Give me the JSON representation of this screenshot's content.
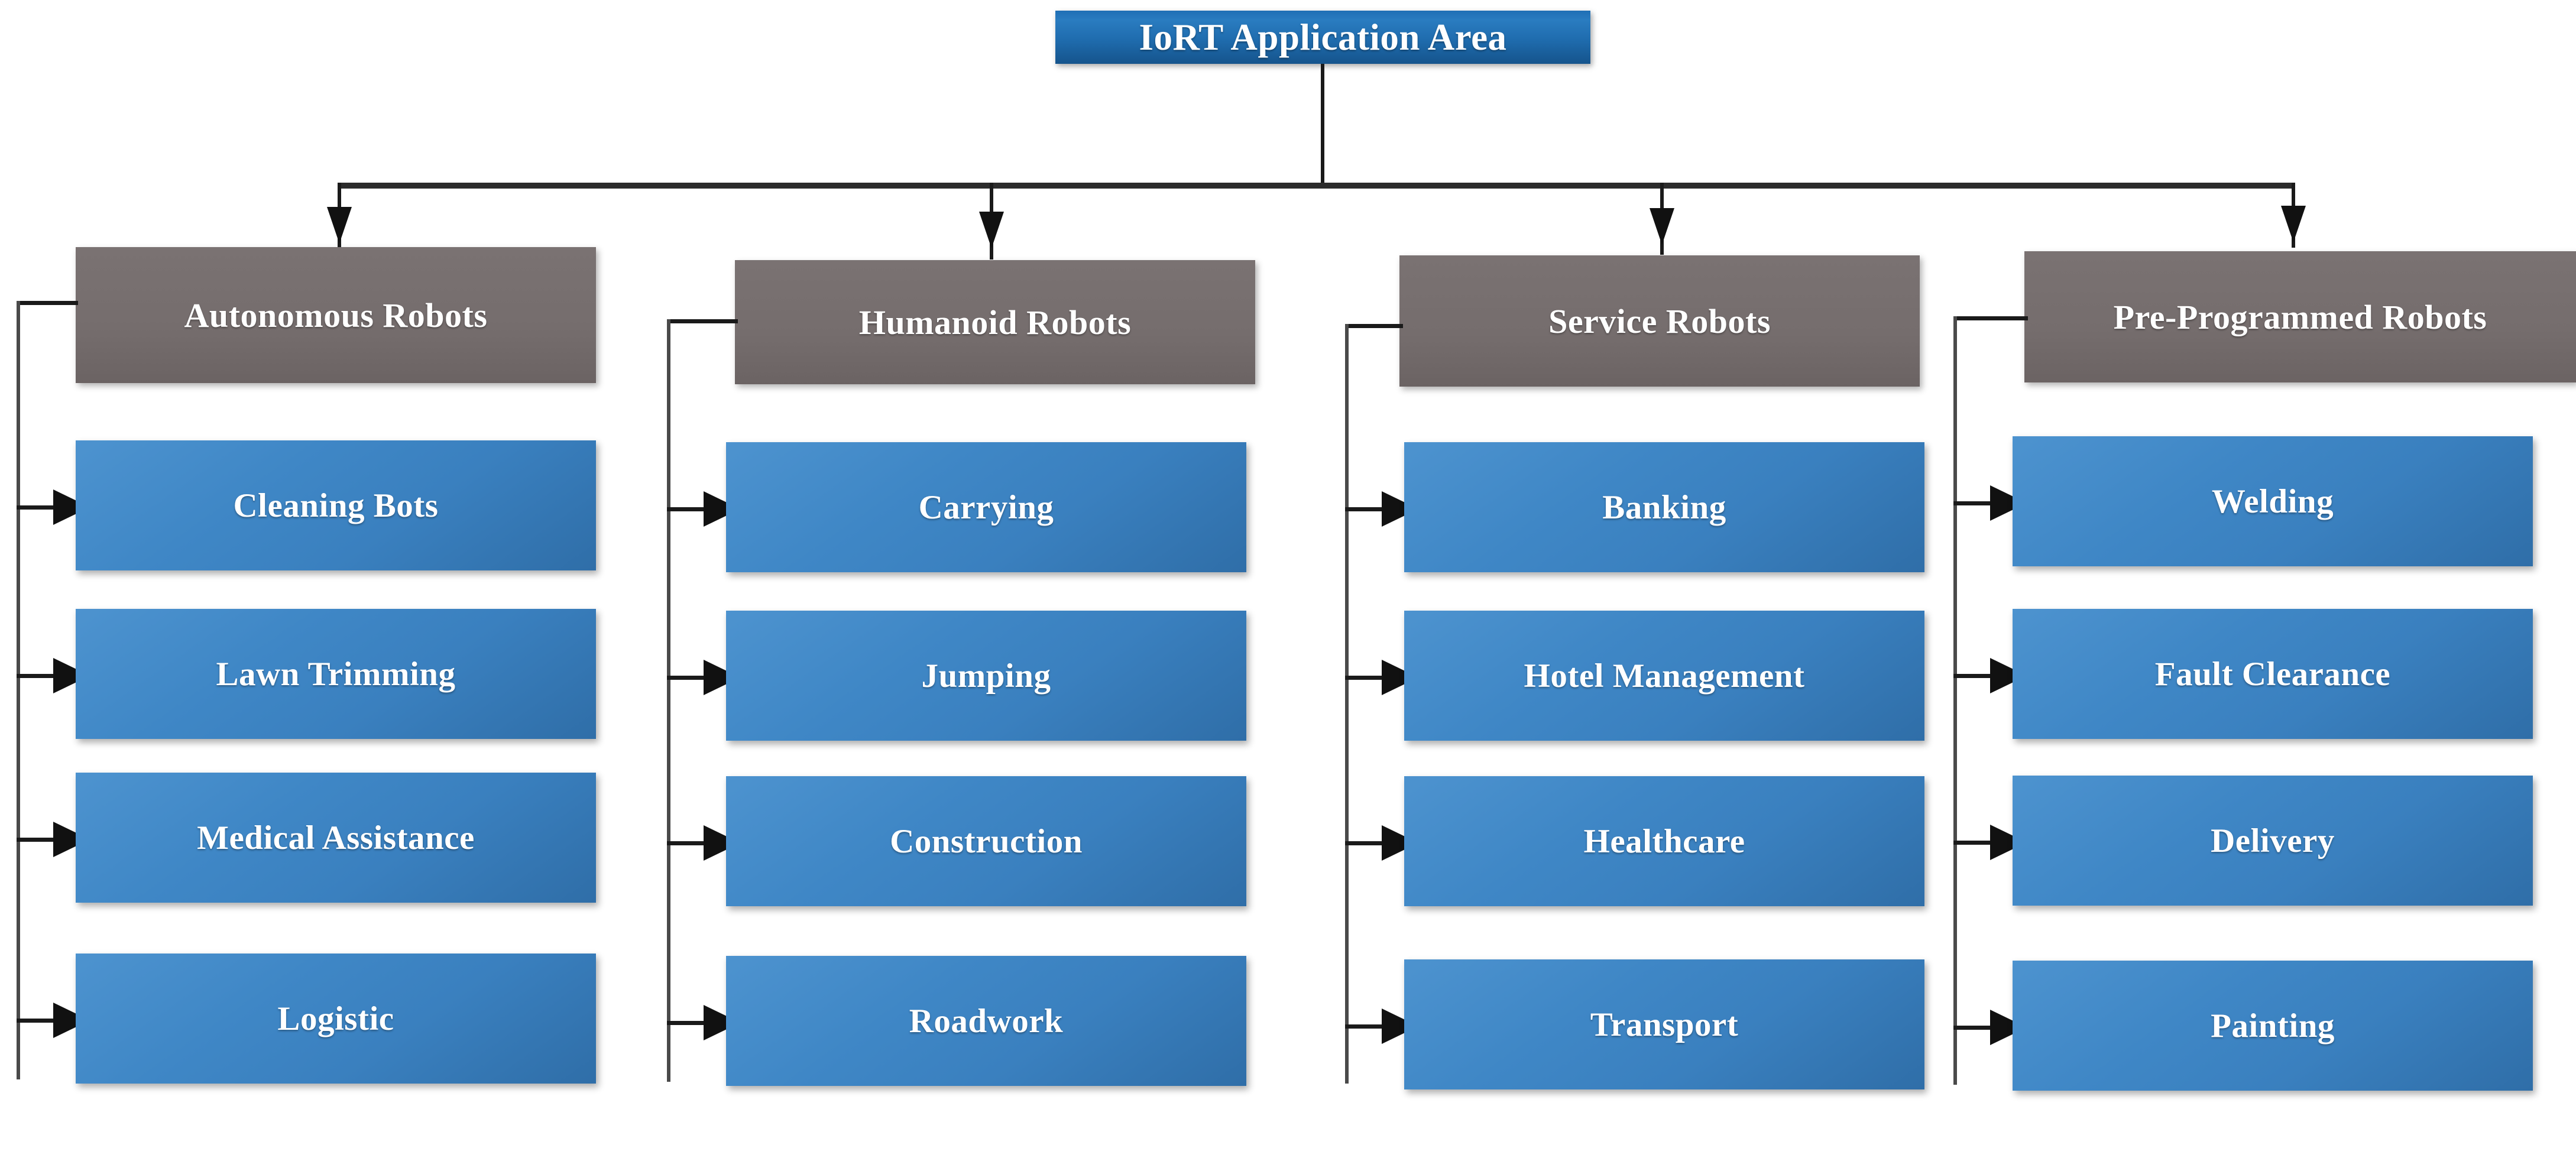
{
  "diagram": {
    "type": "hierarchy-tree",
    "root": {
      "label": "IoRT Application Area"
    },
    "branches": [
      {
        "category": "Autonomous Robots",
        "items": [
          "Cleaning Bots",
          "Lawn Trimming",
          "Medical Assistance",
          "Logistic"
        ]
      },
      {
        "category": "Humanoid Robots",
        "items": [
          "Carrying",
          "Jumping",
          "Construction",
          "Roadwork"
        ]
      },
      {
        "category": "Service Robots",
        "items": [
          "Banking",
          "Hotel Management",
          "Healthcare",
          "Transport"
        ]
      },
      {
        "category": "Pre-Programmed Robots",
        "items": [
          "Welding",
          "Fault Clearance",
          "Delivery",
          "Painting"
        ]
      }
    ],
    "colors": {
      "root_box": "#1f6cae",
      "category_box": "#756d6d",
      "leaf_box": "#3a80bf",
      "connector": "#1a1a1a",
      "text": "#ffffff",
      "background": "#ffffff"
    }
  }
}
